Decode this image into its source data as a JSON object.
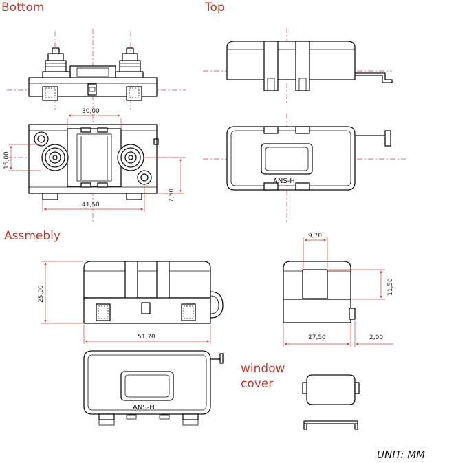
{
  "labels": {
    "bottom": "Bottom",
    "top": "Top",
    "assembly": "Assmebly",
    "window_cover_line1": "window",
    "window_cover_line2": "cover"
  },
  "part_marking": "ANS-H",
  "dimensions": {
    "bottom_width_inner": "30,00",
    "bottom_height_stud": "15,00",
    "bottom_offset": "7,50",
    "bottom_width_total": "41,50",
    "assembly_height": "25,00",
    "assembly_length": "51,70",
    "side_window_width": "9,70",
    "side_window_height": "11,50",
    "side_width": "27,50",
    "side_tab": "2,00"
  },
  "unit_note": "UNIT: MM",
  "colors": {
    "label": "#c0392b",
    "dimension_line": "#d04040",
    "outline": "#111111"
  }
}
